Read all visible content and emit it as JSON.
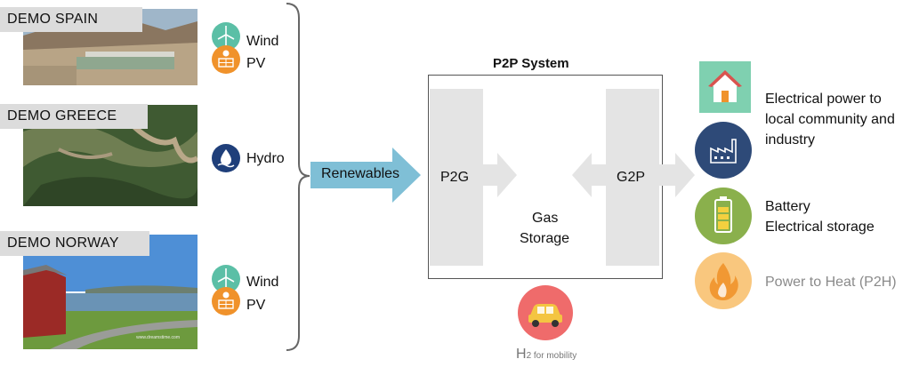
{
  "demos": [
    {
      "label": "DEMO SPAIN",
      "sources": [
        "Wind",
        "PV"
      ]
    },
    {
      "label": "DEMO GREECE",
      "sources": [
        "Hydro"
      ]
    },
    {
      "label": "DEMO NORWAY",
      "sources": [
        "Wind",
        "PV"
      ]
    }
  ],
  "photo_caption": "www.dreamstime.com",
  "renewables_label": "Renewables",
  "p2p": {
    "title": "P2P System",
    "p2g": "P2G",
    "g2p": "G2P",
    "gas_storage": [
      "Gas",
      "Storage"
    ]
  },
  "mobility": {
    "h2": "H",
    "sub": "2",
    "label": " for mobility"
  },
  "outputs": {
    "power": [
      "Electrical power to",
      "local community and",
      "industry"
    ],
    "battery": [
      "Battery",
      "Electrical storage"
    ],
    "heat": "Power to Heat (P2H)"
  },
  "colors": {
    "wind_icon": "#5bbfa6",
    "pv_icon": "#f0922b",
    "hydro_icon": "#1f3f7a",
    "renewables_arrow": "#7fbfd6",
    "house_icon": "#7fd0b0",
    "factory_icon": "#2e4a78",
    "battery_icon": "#8ab04c",
    "heat_icon": "#f9c77e",
    "car_icon": "#ef6b6b"
  }
}
